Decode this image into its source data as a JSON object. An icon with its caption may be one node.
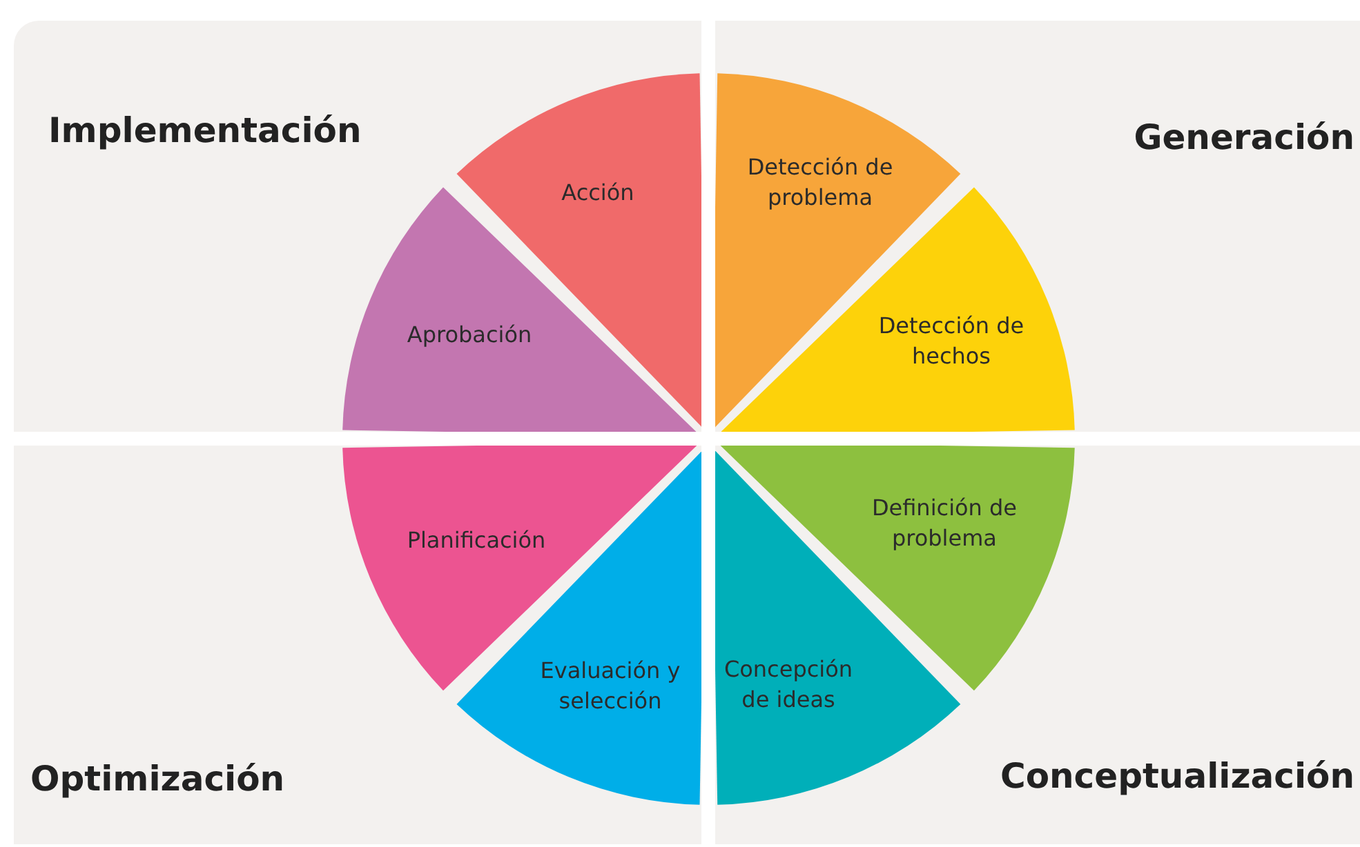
{
  "diagram": {
    "nodes": [
      {
        "text": [
          "Implementación"
        ]
      },
      {
        "text": [
          "Acción"
        ],
        "in": 0
      },
      {
        "text": [
          "Aprobación"
        ],
        "in": 0
      },
      {
        "text": [
          "Generación"
        ]
      },
      {
        "text": [
          "Detección de problema"
        ],
        "in": 3
      },
      {
        "text": [
          "Detección de hechos"
        ],
        "in": 3
      },
      {
        "text": [
          "Optimización"
        ]
      },
      {
        "text": [
          "Planificación"
        ],
        "in": 6
      },
      {
        "text": [
          "Evaluación y selección"
        ],
        "in": 6
      },
      {
        "text": [
          "Conceptualización"
        ]
      },
      {
        "text": [
          "Definición de problema"
        ],
        "in": 9
      },
      {
        "text": [
          "Concepción de ideas"
        ],
        "in": 9
      }
    ]
  }
}
